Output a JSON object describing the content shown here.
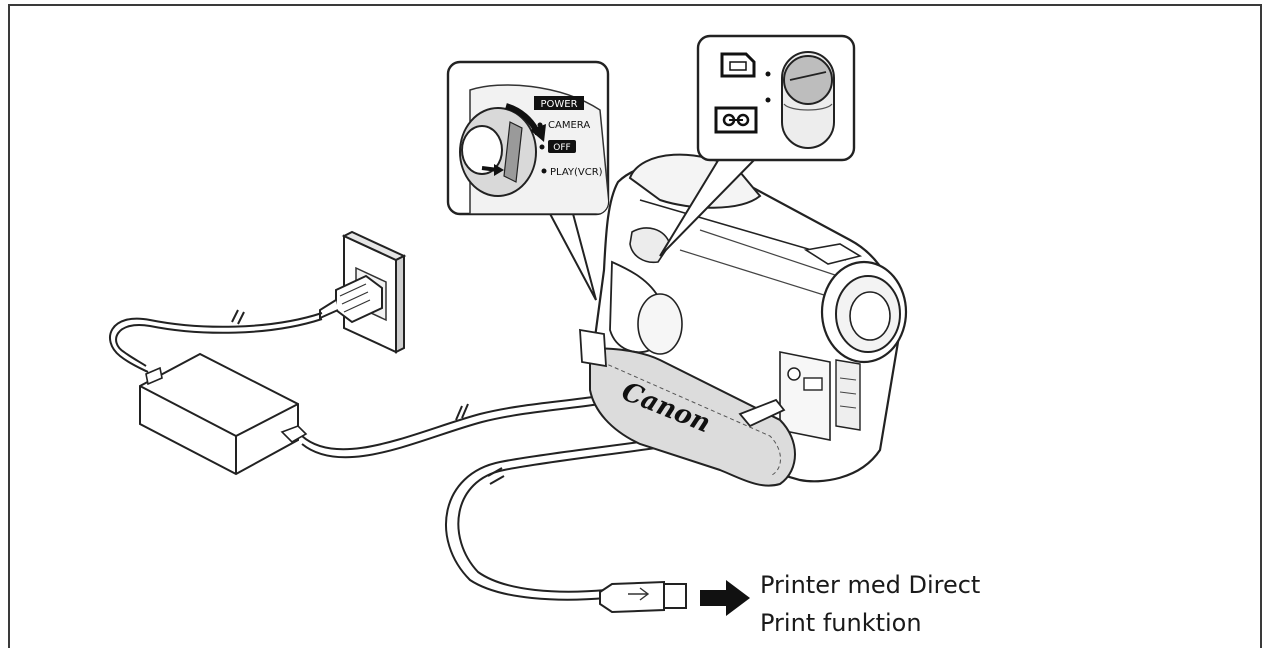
{
  "caption": {
    "line1": "Printer med Direct",
    "line2": "Print funktion"
  },
  "power_dial": {
    "title": "POWER",
    "positions": [
      "CAMERA",
      "OFF",
      "PLAY(VCR)"
    ]
  },
  "camera": {
    "brand": "Canon"
  }
}
